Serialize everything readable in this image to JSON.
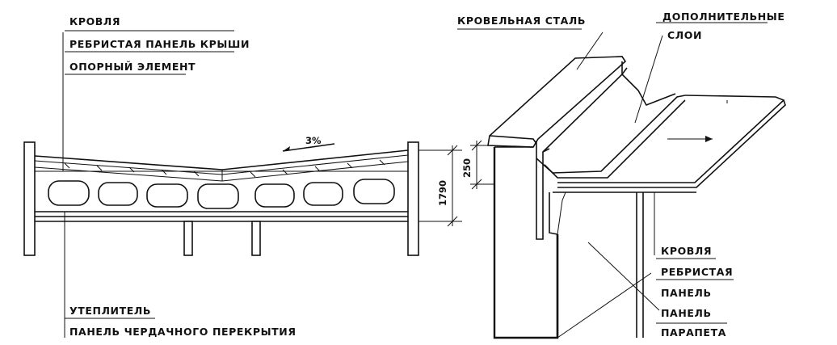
{
  "left_labels": {
    "roof": "КРОВЛЯ",
    "ribbed_panel": "РЕБРИСТАЯ ПАНЕЛЬ КРЫШИ",
    "support": "ОПОРНЫЙ ЭЛЕМЕНТ",
    "insulation": "УТЕПЛИТЕЛЬ",
    "attic_panel": "ПАНЕЛЬ ЧЕРДАЧНОГО ПЕРЕКРЫТИЯ"
  },
  "slope": "3%",
  "dimensions": {
    "height_total": "1790",
    "height_small": "250"
  },
  "right_labels": {
    "steel": "КРОВЕЛЬНАЯ СТАЛЬ",
    "layers_1": "ДОПОЛНИТЕЛЬНЫЕ",
    "layers_2": "СЛОИ",
    "roof": "КРОВЛЯ",
    "ribbed": "РЕБРИСТАЯ",
    "panel": "ПАНЕЛЬ",
    "panel2": "ПАНЕЛЬ",
    "parapet": "ПАРАПЕТА"
  }
}
